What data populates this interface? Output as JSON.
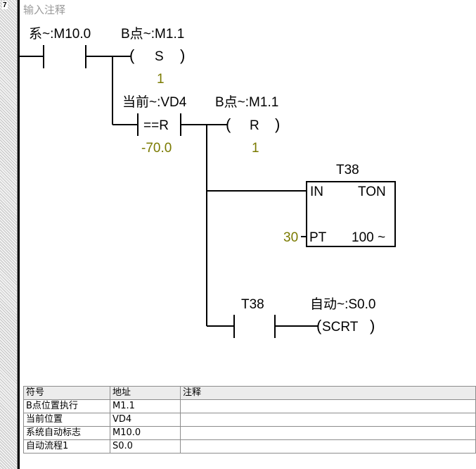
{
  "network": {
    "number": "7",
    "comment": "输入注释"
  },
  "rung": {
    "contact1": {
      "symbol": "系~:M10.0"
    },
    "contact2": {
      "symbol": "B点~:M1.1"
    },
    "set_coil": {
      "label": "S",
      "count": "1"
    },
    "compare": {
      "operand": "当前~:VD4",
      "op": "==R",
      "value": "-70.0"
    },
    "reset_coil": {
      "symbol": "B点~:M1.1",
      "label": "R",
      "count": "1"
    },
    "timer": {
      "name": "T38",
      "in_label": "IN",
      "type": "TON",
      "pt_label": "PT",
      "pt_value": "30",
      "resolution": "100 ~"
    },
    "t38_contact": {
      "symbol": "T38"
    },
    "scrt_coil": {
      "symbol": "自动~:S0.0",
      "label": "SCRT"
    }
  },
  "symbol_table": {
    "headers": [
      "符号",
      "地址",
      "注释"
    ],
    "rows": [
      [
        "B点位置执行",
        "M1.1",
        ""
      ],
      [
        "当前位置",
        "VD4",
        ""
      ],
      [
        "系统自动标志",
        "M10.0",
        ""
      ],
      [
        "自动流程1",
        "S0.0",
        ""
      ]
    ]
  },
  "colors": {
    "wire": "#000000",
    "value_text": "#7a7a00",
    "comment_text": "#9a9a9a"
  }
}
